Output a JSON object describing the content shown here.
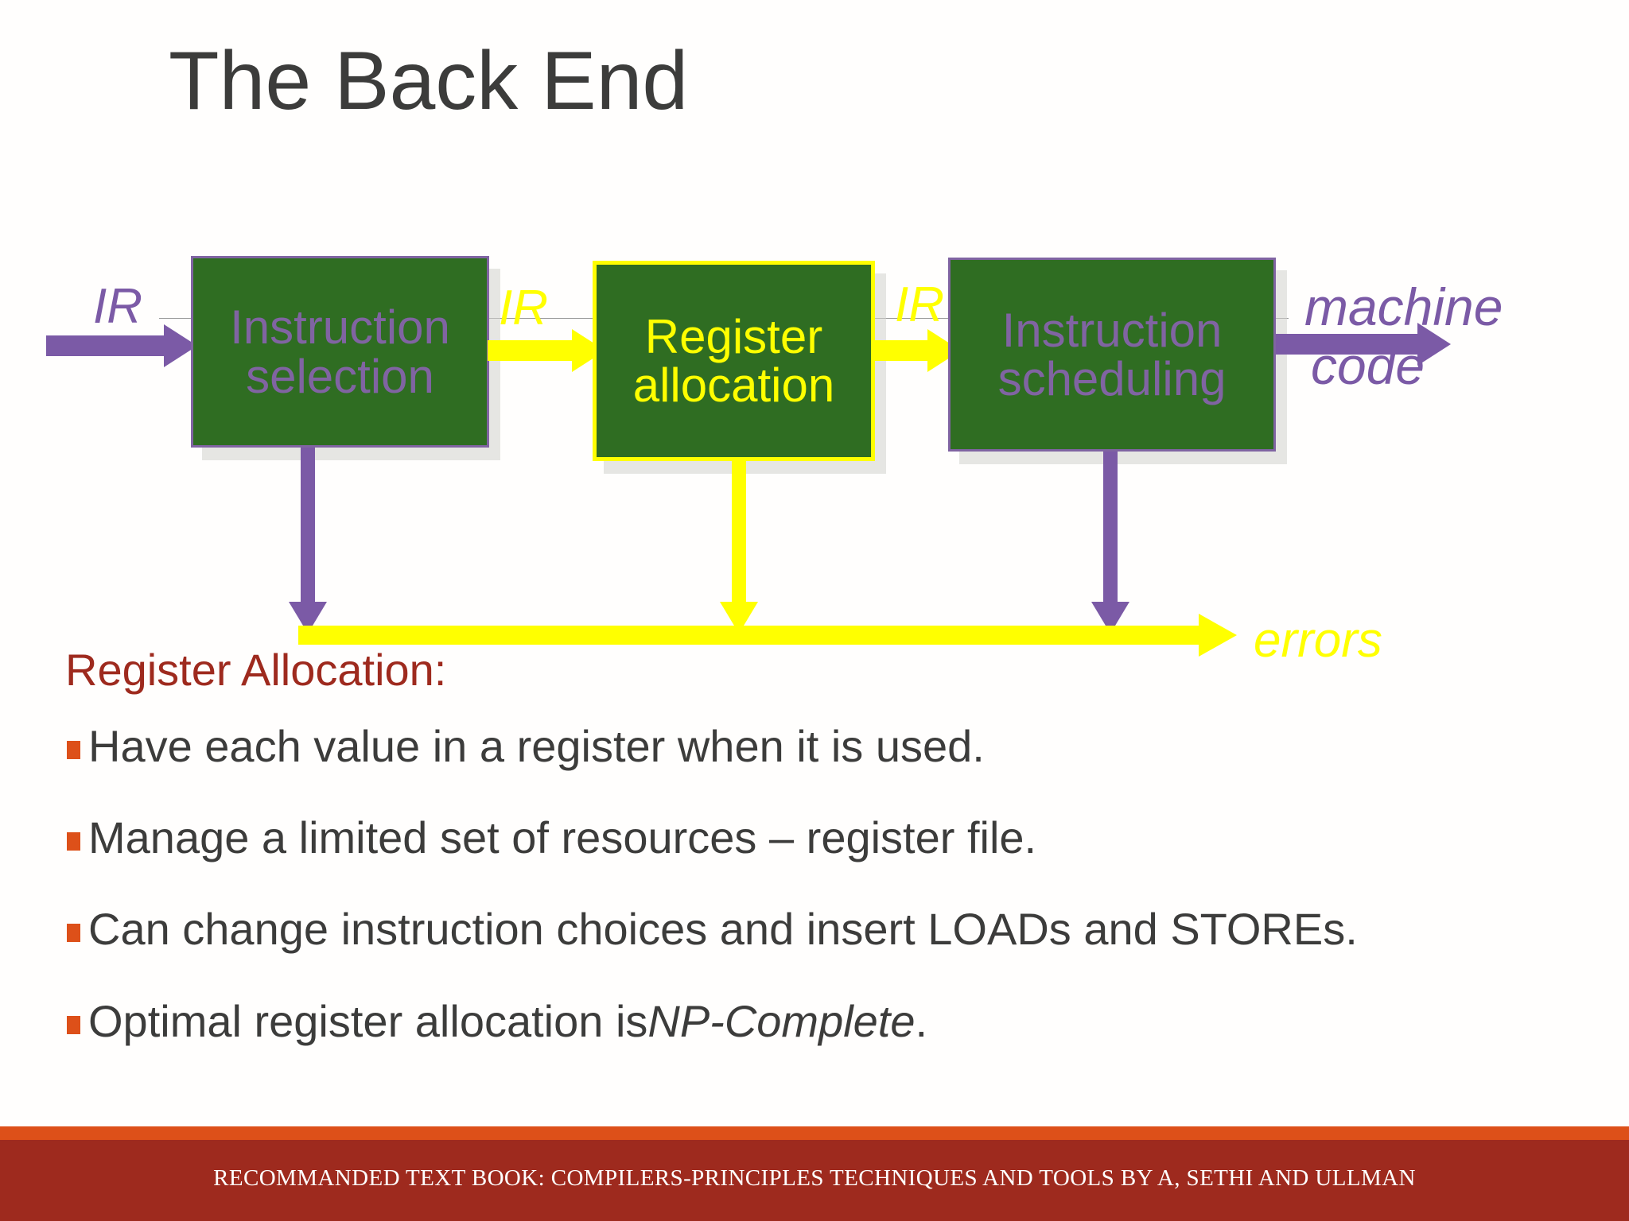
{
  "slide": {
    "title": "The Back End",
    "title_color": "#3c3c3b",
    "background": "#fffefd"
  },
  "diagram": {
    "boxes": [
      {
        "id": "instruction-selection",
        "line1": "Instruction",
        "line2": "selection",
        "fill": "#2f6d22",
        "text_color": "#8064a2",
        "border_color": "#8064a2"
      },
      {
        "id": "register-allocation",
        "line1": "Register",
        "line2": "allocation",
        "fill": "#2f6d22",
        "text_color": "#ffff00",
        "border_color": "#ffff00"
      },
      {
        "id": "instruction-scheduling",
        "line1": "Instruction",
        "line2": "scheduling",
        "fill": "#2f6d22",
        "text_color": "#8064a2",
        "border_color": "#8064a2"
      }
    ],
    "labels": {
      "ir_1": "IR",
      "ir_2": "IR",
      "ir_3": "IR",
      "machine_line1": "machine",
      "machine_line2": "code",
      "errors": "errors"
    },
    "colors": {
      "purple": "#7b5aa6",
      "yellow": "#ffff00",
      "green": "#2f6d22"
    },
    "icons": {
      "sun": "sun-icon"
    }
  },
  "body": {
    "heading": "Register Allocation:",
    "heading_color": "#9e2a1e",
    "bullet_color": "#dd5019",
    "bullets": [
      {
        "text": "Have each value in a register when it is used.",
        "italic_tail": ""
      },
      {
        "text": "Manage a limited set of resources – register file.",
        "italic_tail": ""
      },
      {
        "text": "Can change  instruction choices and insert LOADs and STOREs.",
        "italic_tail": ""
      },
      {
        "text": "Optimal register allocation is ",
        "italic_tail": "NP-Complete",
        "suffix": "."
      }
    ]
  },
  "footer": {
    "text": "RECOMMANDED TEXT BOOK: COMPILERS-PRINCIPLES TECHNIQUES AND TOOLS BY A, SETHI AND ULLMAN",
    "band_color": "#9e2a1e",
    "stripe_color": "#dd5019",
    "text_color": "#ffffff"
  }
}
